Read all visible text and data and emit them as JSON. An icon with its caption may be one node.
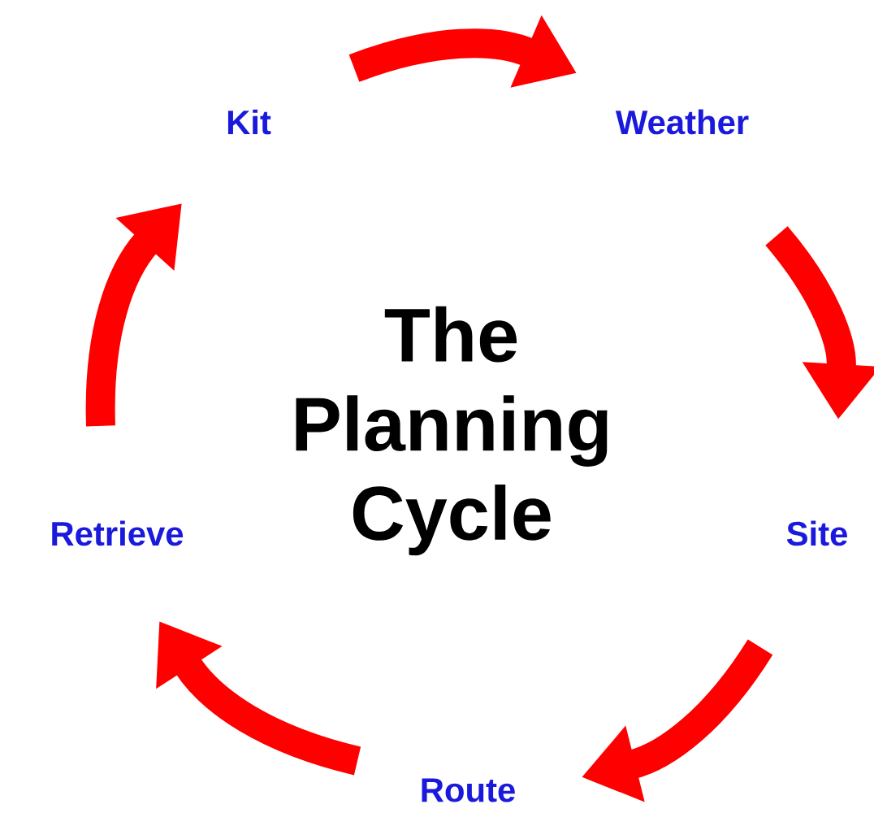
{
  "diagram": {
    "title": "The Planning Cycle",
    "nodes": [
      {
        "text": [
          "Kit"
        ]
      },
      {
        "text": [
          "Weather"
        ]
      },
      {
        "text": [
          "Site"
        ]
      },
      {
        "text": [
          "Route"
        ]
      },
      {
        "text": [
          "Retrieve"
        ]
      }
    ],
    "edges": [
      {
        "from": 0,
        "to": 1,
        "arrow": "to"
      },
      {
        "from": 1,
        "to": 2,
        "arrow": "to"
      },
      {
        "from": 2,
        "to": 3,
        "arrow": "to"
      },
      {
        "from": 3,
        "to": 4,
        "arrow": "to"
      },
      {
        "from": 4,
        "to": 0,
        "arrow": "to"
      }
    ]
  }
}
